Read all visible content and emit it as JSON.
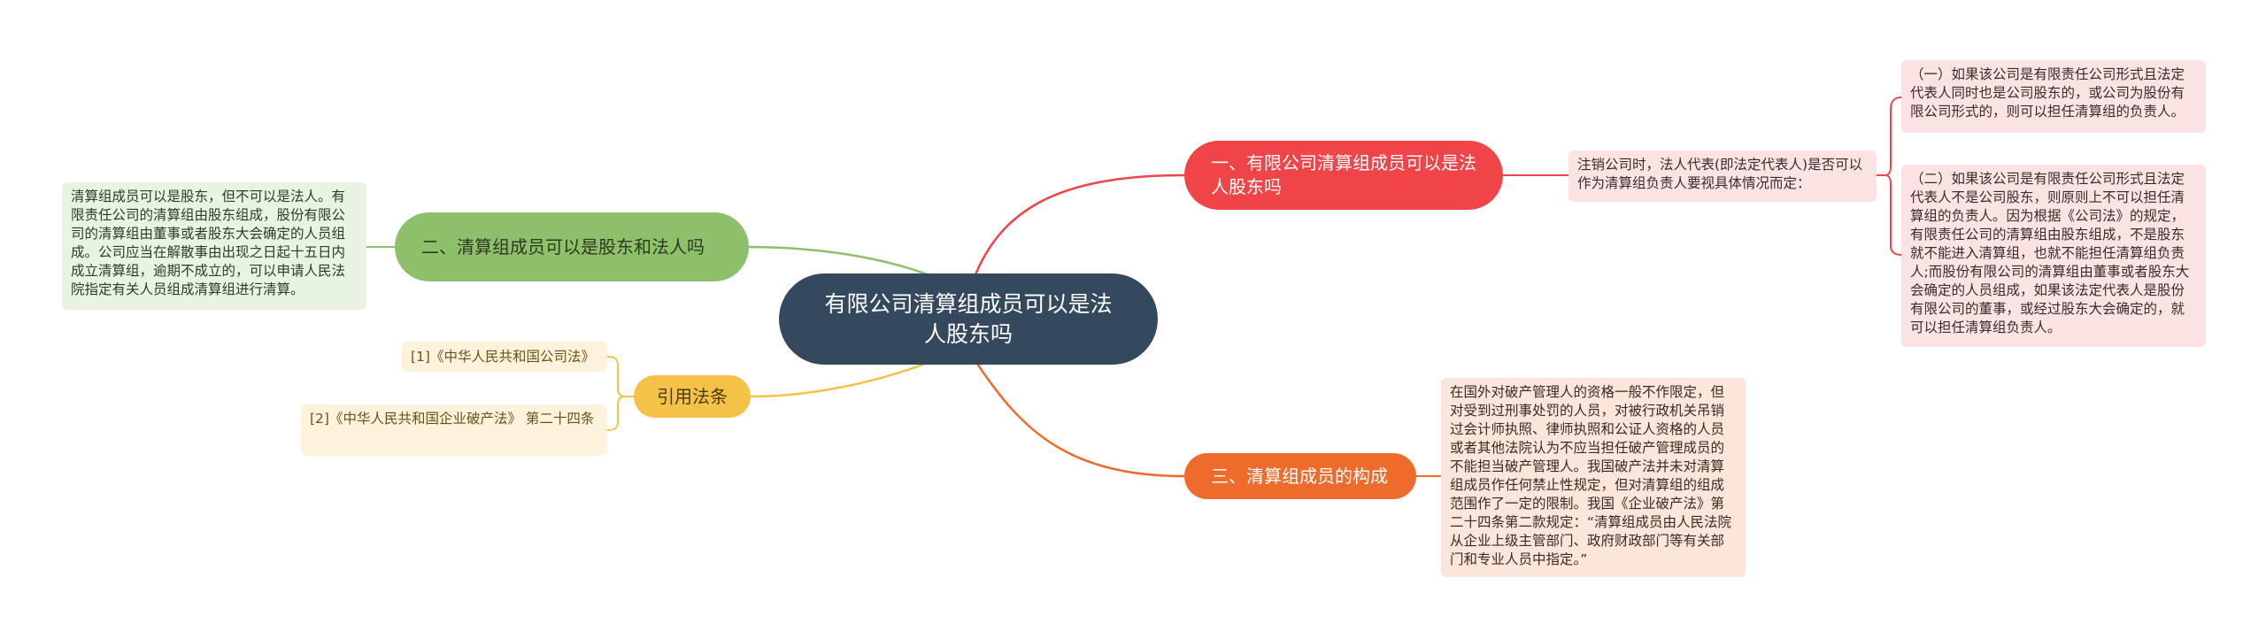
{
  "mindmap": {
    "root": "有限公司清算组成员可以是法人股东吗",
    "branches": [
      {
        "title": "一、有限公司清算组成员可以是法人股东吗",
        "children": [
          {
            "text": "注销公司时，法人代表(即法定代表人)是否可以作为清算组负责人要视具体情况而定：",
            "children": [
              "（一）如果该公司是有限责任公司形式且法定代表人同时也是公司股东的，或公司为股份有限公司形式的，则可以担任清算组的负责人。",
              "（二）如果该公司是有限责任公司形式且法定代表人不是公司股东，则原则上不可以担任清算组的负责人。因为根据《公司法》的规定，有限责任公司的清算组由股东组成，不是股东就不能进入清算组，也就不能担任清算组负责人;而股份有限公司的清算组由董事或者股东大会确定的人员组成，如果该法定代表人是股份有限公司的董事，或经过股东大会确定的，就可以担任清算组负责人。"
            ]
          }
        ]
      },
      {
        "title": "二、清算组成员可以是股东和法人吗",
        "children": [
          "清算组成员可以是股东，但不可以是法人。有限责任公司的清算组由股东组成，股份有限公司的清算组由董事或者股东大会确定的人员组成。公司应当在解散事由出现之日起十五日内成立清算组，逾期不成立的，可以申请人民法院指定有关人员组成清算组进行清算。"
        ]
      },
      {
        "title": "三、清算组成员的构成",
        "children": [
          "在国外对破产管理人的资格一般不作限定，但对受到过刑事处罚的人员，对被行政机关吊销过会计师执照、律师执照和公证人资格的人员或者其他法院认为不应当担任破产管理成员的不能担当破产管理人。我国破产法并未对清算组成员作任何禁止性规定，但对清算组的组成范围作了一定的限制。我国《企业破产法》第二十四条第二款规定：“清算组成员由人民法院从企业上级主管部门、政府财政部门等有关部门和专业人员中指定。”"
        ]
      },
      {
        "title": "引用法条",
        "children": [
          "[1]《中华人民共和国公司法》",
          "[2]《中华人民共和国企业破产法》 第二十四条"
        ]
      }
    ]
  },
  "colors": {
    "root": "#34495e",
    "branch1": "#f14448",
    "branch2": "#8ebf6a",
    "branch3": "#ee6b2b",
    "branch4": "#f5c248"
  }
}
